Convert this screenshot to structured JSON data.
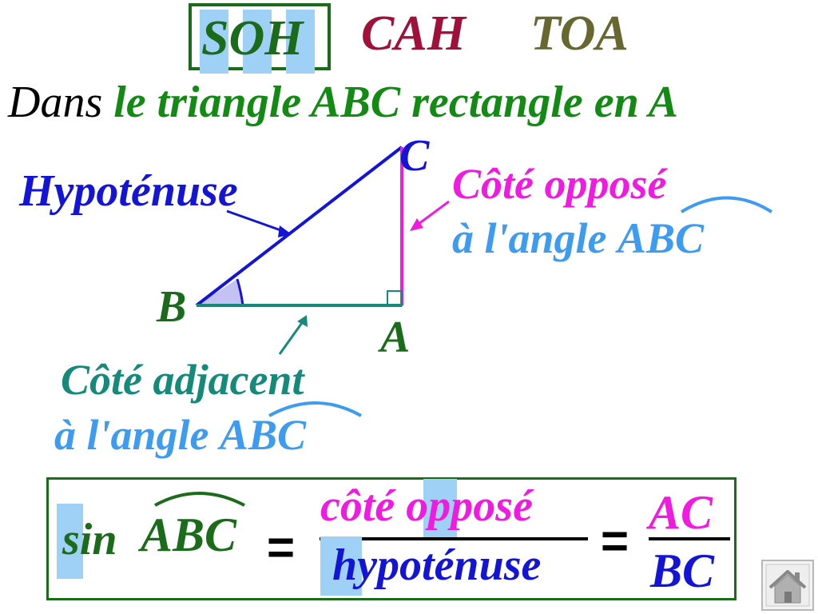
{
  "header": {
    "soh": "SOH",
    "cah": "CAH",
    "toa": "TOA"
  },
  "context": {
    "prefix": "Dans",
    "phrase": "le triangle ABC rectangle en A"
  },
  "vertices": {
    "a": "A",
    "b": "B",
    "c": "C"
  },
  "labels": {
    "hypotenuse": "Hypoténuse",
    "opposite_line1": "Côté opposé",
    "opposite_line2_prefix": "à l'angle",
    "opposite_angle": "ABC",
    "adjacent_line1": "Côté adjacent",
    "adjacent_line2_prefix": "à l'angle",
    "adjacent_angle": "ABC"
  },
  "formula": {
    "sin_s": "s",
    "sin_rest": "in",
    "angle": "ABC",
    "equals1": "=",
    "numerator_c": "côté ",
    "numerator_o": "o",
    "numerator_rest": "pposé",
    "denominator_h": "h",
    "denominator_rest": "ypoténuse",
    "equals2": "=",
    "ratio_numerator": "AC",
    "ratio_denominator": "BC"
  },
  "colors": {
    "dark_green": "#1a6b1a",
    "green": "#138a13",
    "crimson": "#a0103a",
    "olive": "#66682f",
    "blue": "#1414d6",
    "magenta": "#f01ae0",
    "light_blue": "#3d9cf0",
    "teal": "#168a7a",
    "highlight": "#9fd0f5",
    "angle_fill": "#c4c2f4"
  },
  "icons": {
    "home": "home-icon"
  }
}
